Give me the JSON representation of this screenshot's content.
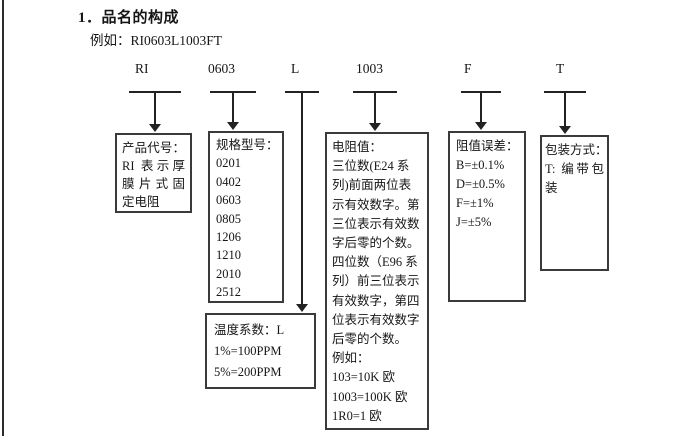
{
  "colors": {
    "ink": "#222222",
    "paper": "#ffffff"
  },
  "header": {
    "title": "1．品名的构成",
    "example": "例如：RI0603L1003FT"
  },
  "part_codes": {
    "prefix": "RI",
    "size": "0603",
    "tcr": "L",
    "resistance": "1003",
    "tolerance": "F",
    "packaging": "T"
  },
  "boxes": {
    "product_code": {
      "lines": [
        "产品代号：",
        "RI 表示厚",
        "膜片式固",
        "定电阻"
      ]
    },
    "spec_model": {
      "lines": [
        "规格型号：",
        "0201",
        "0402",
        "0603",
        "0805",
        "1206",
        "1210",
        "2010",
        "2512"
      ]
    },
    "temp_coefficient": {
      "lines": [
        "温度系数：L",
        "1%=100PPM",
        "5%=200PPM"
      ]
    },
    "resistance_value": {
      "lines": [
        "电阻值：",
        "三位数(E24 系",
        "列)前面两位表",
        "示有效数字。第",
        "三位表示有效数",
        "字后零的个数。",
        "四位数（E96 系",
        "列）前三位表示",
        "有效数字，第四",
        "位表示有效数字",
        "后零的个数。",
        "例如：",
        "103=10K 欧",
        "1003=100K 欧",
        "1R0=1 欧"
      ]
    },
    "tolerance": {
      "lines": [
        "阻值误差：",
        "B=±0.1%",
        "D=±0.5%",
        "F=±1%",
        "J=±5%"
      ]
    },
    "packaging": {
      "lines": [
        "包装方式：",
        "T: 编带包",
        "装"
      ]
    }
  }
}
